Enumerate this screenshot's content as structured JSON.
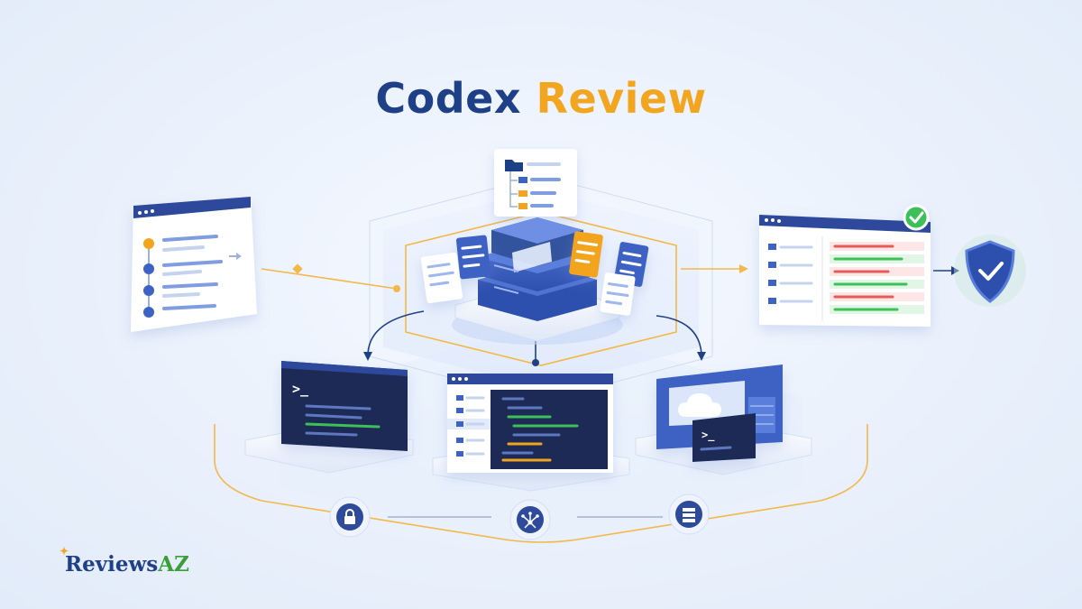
{
  "title": {
    "part1": "Codex",
    "part2": "Review"
  },
  "brand": {
    "name_part1": "Reviews",
    "name_part2": "AZ"
  },
  "colors": {
    "navy": "#1f3f86",
    "blue": "#3d62c4",
    "amber": "#f2a51f",
    "green": "#3cbf5a",
    "red": "#e85a5a",
    "terminal": "#1b2b54"
  },
  "terminal_prompts": {
    "left": ">_",
    "right": ">_"
  },
  "icons": [
    "folder-tree-icon",
    "server-stack-icon",
    "terminal-icon",
    "code-editor-icon",
    "cloud-icon",
    "lock-icon",
    "network-icon",
    "database-icon",
    "shield-check-icon",
    "checkmark-icon"
  ]
}
